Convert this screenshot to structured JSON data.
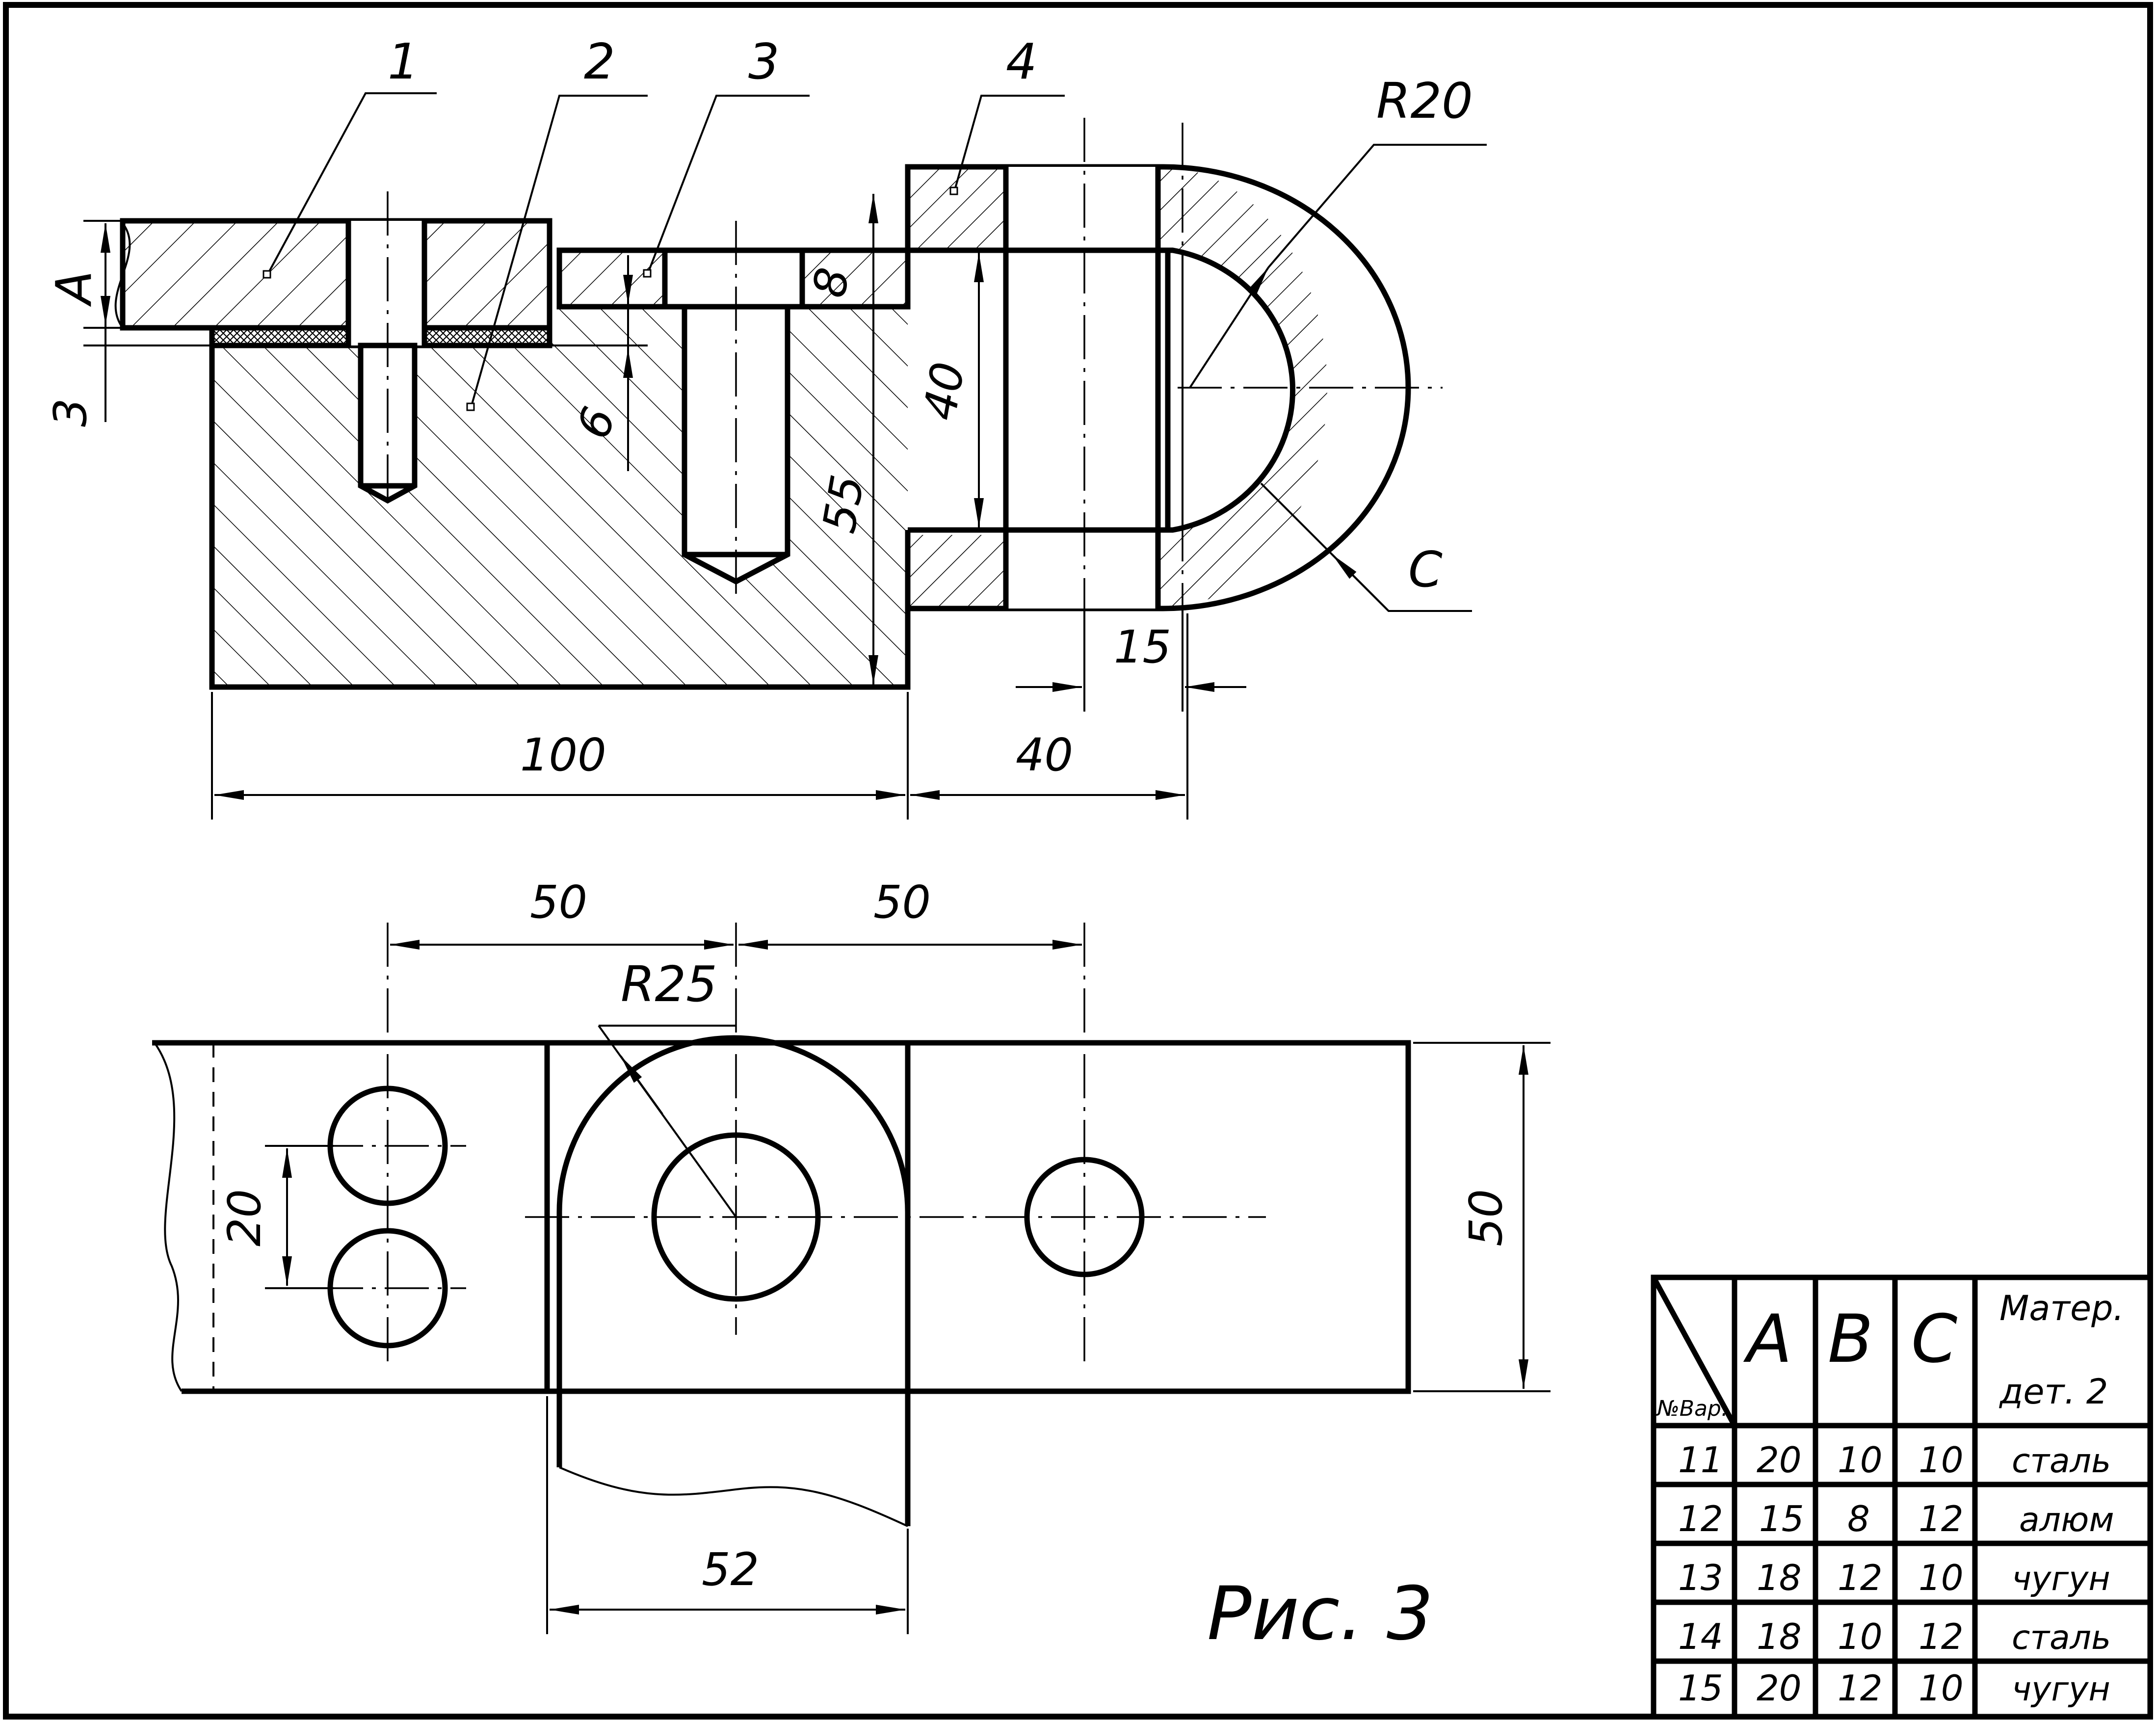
{
  "labels": {
    "part_1": "1",
    "part_2": "2",
    "part_3": "3",
    "part_4": "4",
    "radius_20": "R20",
    "radius_25": "R25",
    "dim_c": "C",
    "dim_a": "A",
    "dim_gap": "3",
    "dim_6": "6",
    "dim_8": "8",
    "dim_40_vertical": "40",
    "dim_55": "55",
    "dim_15": "15",
    "dim_100": "100",
    "dim_40_horizontal": "40",
    "dim_50_left": "50",
    "dim_50_right": "50",
    "dim_20": "20",
    "dim_50_vertical": "50",
    "dim_52": "52"
  },
  "caption": "Рис. 3",
  "table": {
    "header_variant": "№Вар.",
    "header_a": "A",
    "header_b": "B",
    "header_c": "C",
    "header_material": "Матер.",
    "header_part": "дет. 2",
    "rows": [
      {
        "variant": "11",
        "a": "20",
        "b": "10",
        "c": "10",
        "material": "сталь"
      },
      {
        "variant": "12",
        "a": "15",
        "b": "8",
        "c": "12",
        "material": "алюм"
      },
      {
        "variant": "13",
        "a": "18",
        "b": "12",
        "c": "10",
        "material": "чугун"
      },
      {
        "variant": "14",
        "a": "18",
        "b": "10",
        "c": "12",
        "material": "сталь"
      },
      {
        "variant": "15",
        "a": "20",
        "b": "12",
        "c": "10",
        "material": "чугун"
      }
    ]
  }
}
